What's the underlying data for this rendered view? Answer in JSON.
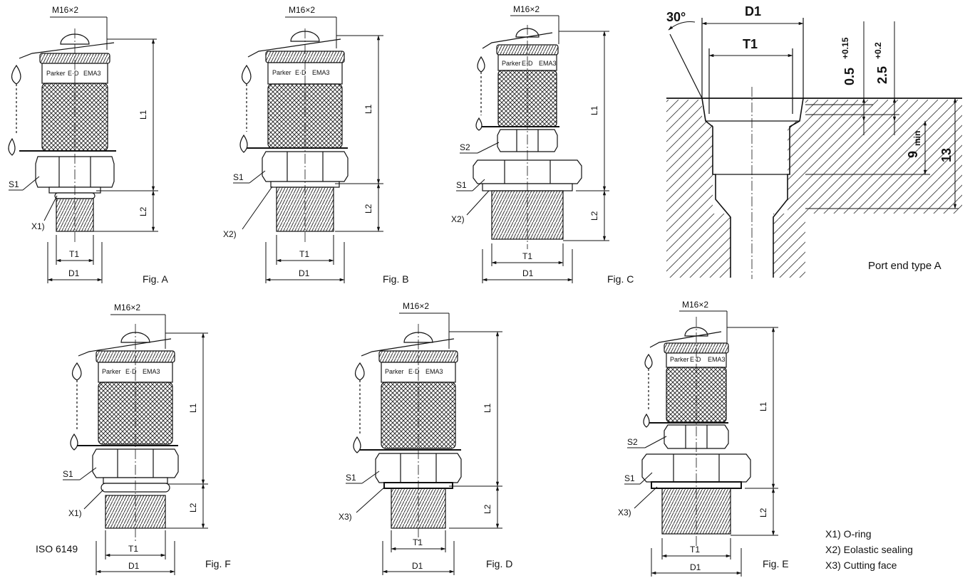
{
  "thread": "M16×2",
  "brand": {
    "left": "Parker",
    "mid": "E·D",
    "right": "EMA3"
  },
  "figures": [
    {
      "id": "A",
      "caption": "Fig. A",
      "callouts": [
        "S1"
      ],
      "seal": "X1)"
    },
    {
      "id": "B",
      "caption": "Fig. B",
      "callouts": [
        "S1"
      ],
      "seal": "X2)"
    },
    {
      "id": "C",
      "caption": "Fig. C",
      "callouts": [
        "S2",
        "S1"
      ],
      "seal": "X2)"
    },
    {
      "id": "F",
      "caption": "Fig. F",
      "callouts": [
        "S1"
      ],
      "seal": "X1)"
    },
    {
      "id": "D",
      "caption": "Fig. D",
      "callouts": [
        "S1"
      ],
      "seal": "X3)"
    },
    {
      "id": "E",
      "caption": "Fig. E",
      "callouts": [
        "S2",
        "S1"
      ],
      "seal": "X3)"
    }
  ],
  "dims": {
    "L1": "L1",
    "L2": "L2",
    "T1": "T1",
    "D1": "D1"
  },
  "standard": "ISO 6149",
  "port": {
    "title": "Port end  type A",
    "angle": "30°",
    "D1": "D1",
    "T1": "T1",
    "d05": "0.5",
    "d05tol": "+0.15",
    "d25": "2.5",
    "d25tol": "+0.2",
    "d9": "9",
    "d9sub": "min",
    "d13": "13"
  },
  "legend": [
    "X1) O-ring",
    "X2) Eolastic sealing",
    "X3) Cutting face"
  ]
}
